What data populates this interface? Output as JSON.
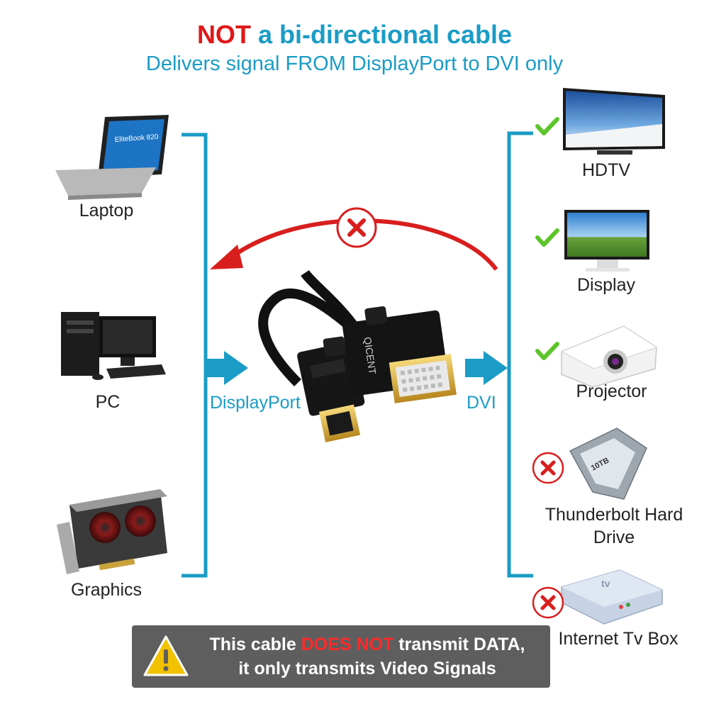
{
  "header": {
    "title_highlight": "NOT",
    "title_rest": " a bi-directional cable",
    "subtitle": "Delivers signal FROM DisplayPort to DVI only"
  },
  "sources": [
    {
      "label": "Laptop",
      "icon": "laptop-icon",
      "screen_text": "EliteBook 820"
    },
    {
      "label": "PC",
      "icon": "desktop-pc-icon"
    },
    {
      "label": "Graphics",
      "icon": "graphics-card-icon"
    }
  ],
  "cable": {
    "input_label": "DisplayPort",
    "output_label": "DVI",
    "brand_text": "QICENT"
  },
  "targets": [
    {
      "label": "HDTV",
      "icon": "hdtv-icon",
      "status": "check"
    },
    {
      "label": "Display",
      "icon": "monitor-icon",
      "status": "check"
    },
    {
      "label": "Projector",
      "icon": "projector-icon",
      "status": "check"
    },
    {
      "label_line1": "Thunderbolt Hard",
      "label_line2": "Drive",
      "icon": "hard-drive-icon",
      "status": "cross",
      "drive_text": "10TB"
    },
    {
      "label": "Internet Tv Box",
      "icon": "tv-box-icon",
      "status": "cross",
      "box_text": "tv"
    }
  ],
  "warning": {
    "part1": "This cable ",
    "highlight": "DOES NOT",
    "part2": " transmit DATA,",
    "line2": "it only transmits Video Signals",
    "icon": "warning-triangle-icon"
  },
  "colors": {
    "accent_blue": "#1a9cc6",
    "warning_red": "#e01818",
    "check_green": "#5cc52a",
    "panel_gray": "#5e5e5e"
  }
}
